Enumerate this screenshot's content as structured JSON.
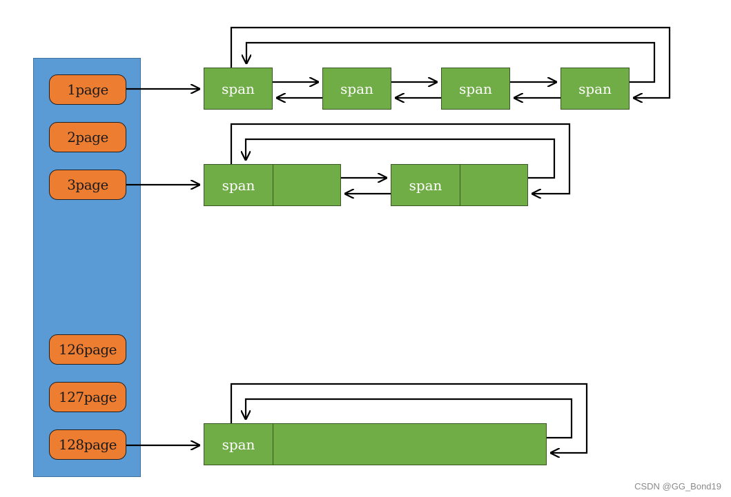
{
  "page_table": {
    "buckets": [
      "1page",
      "2page",
      "3page",
      "126page",
      "127page",
      "128page"
    ]
  },
  "spans": {
    "label": "span",
    "row1": [
      "span",
      "span",
      "span",
      "span"
    ],
    "row2": [
      "span",
      "span"
    ],
    "row3": [
      "span"
    ]
  },
  "colors": {
    "page_table": "#5b9bd5",
    "bucket": "#ed7d31",
    "span": "#70ad47",
    "arrow": "#000000"
  },
  "watermark": "CSDN @GG_Bond19"
}
